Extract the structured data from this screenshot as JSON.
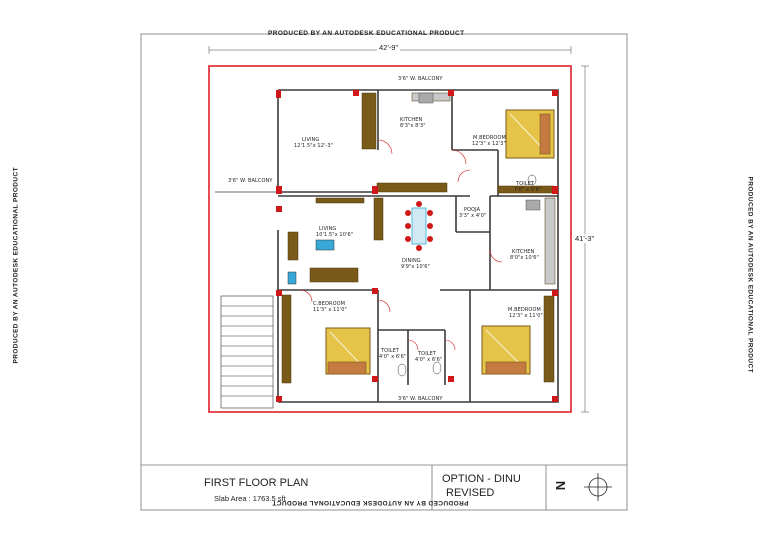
{
  "watermark": {
    "top": "PRODUCED BY AN AUTODESK EDUCATIONAL PRODUCT",
    "left": "PRODUCED BY AN AUTODESK EDUCATIONAL PRODUCT",
    "right": "PRODUCED BY AN AUTODESK EDUCATIONAL PRODUCT",
    "bottom": "PRODUCED BY AN AUTODESK EDUCATIONAL PRODUCT"
  },
  "dimensions": {
    "width": "42'-9\"",
    "height": "41'-3\""
  },
  "rooms": {
    "balcony_top": "3'6\" W. BALCONY",
    "balcony_left": "3'6\" W. BALCONY",
    "balcony_bottom": "3'6\" W. BALCONY",
    "living_top": {
      "name": "LIVING",
      "size": "12'1.5\"x 12'-3\""
    },
    "kitchen_top": {
      "name": "KITCHEN",
      "size": "8'3\"x 8'3\""
    },
    "mbed_top": {
      "name": "M.BEDROOM",
      "size": "12'3\" x 12'3\""
    },
    "toilet_top": {
      "name": "TOILET",
      "size": "7'0\" x 5'6\""
    },
    "pooja": {
      "name": "POOJA",
      "size": "3'3\" x 4'0\""
    },
    "living_mid": {
      "name": "LIVING",
      "size": "10'1.5\"x 10'6\""
    },
    "dining": {
      "name": "DINING",
      "size": "9'9\"x 10'6\""
    },
    "kitchen_mid": {
      "name": "KITCHEN",
      "size": "8'0\"x 10'6\""
    },
    "cbed": {
      "name": "C.BEDROOM",
      "size": "11'3\" x 11'0\""
    },
    "mbed_bottom": {
      "name": "M.BEDROOM",
      "size": "12'3\" x 11'0\""
    },
    "toilet_b1": {
      "name": "TOILET",
      "size": "4'0\" x 6'6\""
    },
    "toilet_b2": {
      "name": "TOILET",
      "size": "4'0\" x 6'6\""
    }
  },
  "title_block": {
    "plan_title": "FIRST FLOOR PLAN",
    "slab_area": "Slab Area : 1763.5 sft",
    "option": "OPTION - DINU",
    "revised": "REVISED",
    "north": "N"
  },
  "colors": {
    "border_red": "#e0202a",
    "wall": "#3a3a3a",
    "door_red": "#d01818",
    "wood": "#7a5a18",
    "bed_yellow": "#e6c44a",
    "water": "#37a8d8"
  }
}
